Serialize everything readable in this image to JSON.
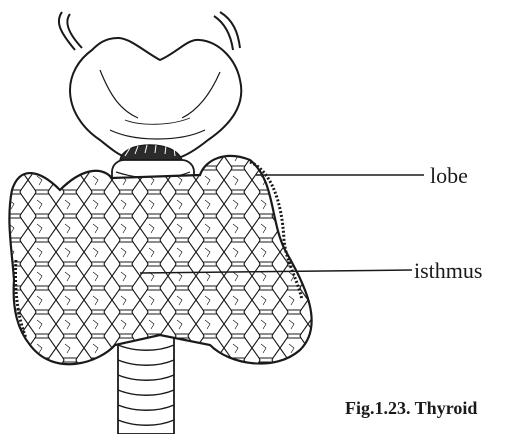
{
  "figure": {
    "labels": {
      "lobe": "lobe",
      "isthmus": "isthmus"
    },
    "caption": "Fig.1.23. Thyroid",
    "colors": {
      "ink": "#1a1a1a",
      "background": "#ffffff"
    }
  }
}
